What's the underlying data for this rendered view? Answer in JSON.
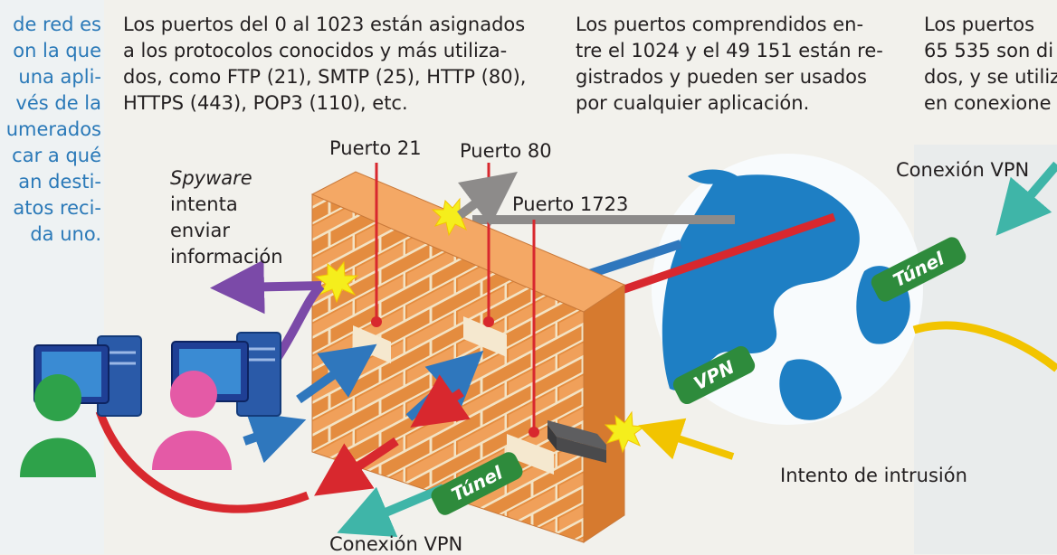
{
  "left_column": [
    "de red es",
    "on la que",
    "una apli-",
    "vés de la",
    "umerados",
    "car a qué",
    "an desti-",
    "atos reci-",
    "da uno."
  ],
  "column1": [
    "Los puertos del 0 al 1023 están asignados",
    "a los protocolos conocidos y más utiliza-",
    "dos, como FTP (21), SMTP (25), HTTP (80),",
    "HTTPS (443), POP3 (110), etc."
  ],
  "column2": [
    "Los puertos comprendidos en-",
    "tre el 1024 y el 49 151 están re-",
    "gistrados y pueden ser usados",
    "por cualquier aplicación."
  ],
  "column3": [
    "Los puertos",
    "65 535 son di",
    "dos, y se utiliza",
    "en conexione"
  ],
  "labels": {
    "puerto21": "Puerto 21",
    "puerto80": "Puerto 80",
    "puerto1723": "Puerto 1723",
    "spyware": "Spyware",
    "spyware_rest": [
      "intenta",
      "enviar",
      "información"
    ],
    "conexion_vpn_top": "Conexión VPN",
    "conexion_vpn_bottom": "Conexión VPN",
    "tunel_right": "Túnel",
    "tunel_bottom": "Túnel",
    "vpn": "VPN",
    "intento_intrusion": "Intento de intrusión"
  },
  "colors": {
    "brick": "#e08a3e",
    "mortar": "#f3e3c4",
    "globe": "#1e7fc4",
    "red_line": "#d8282e",
    "green_badge": "#2e8b3c",
    "purple": "#7b4aa8",
    "gray": "#8d8b8a",
    "teal": "#3fb5a8",
    "yellow": "#f2c400",
    "blue_arrow": "#2f77bd"
  }
}
